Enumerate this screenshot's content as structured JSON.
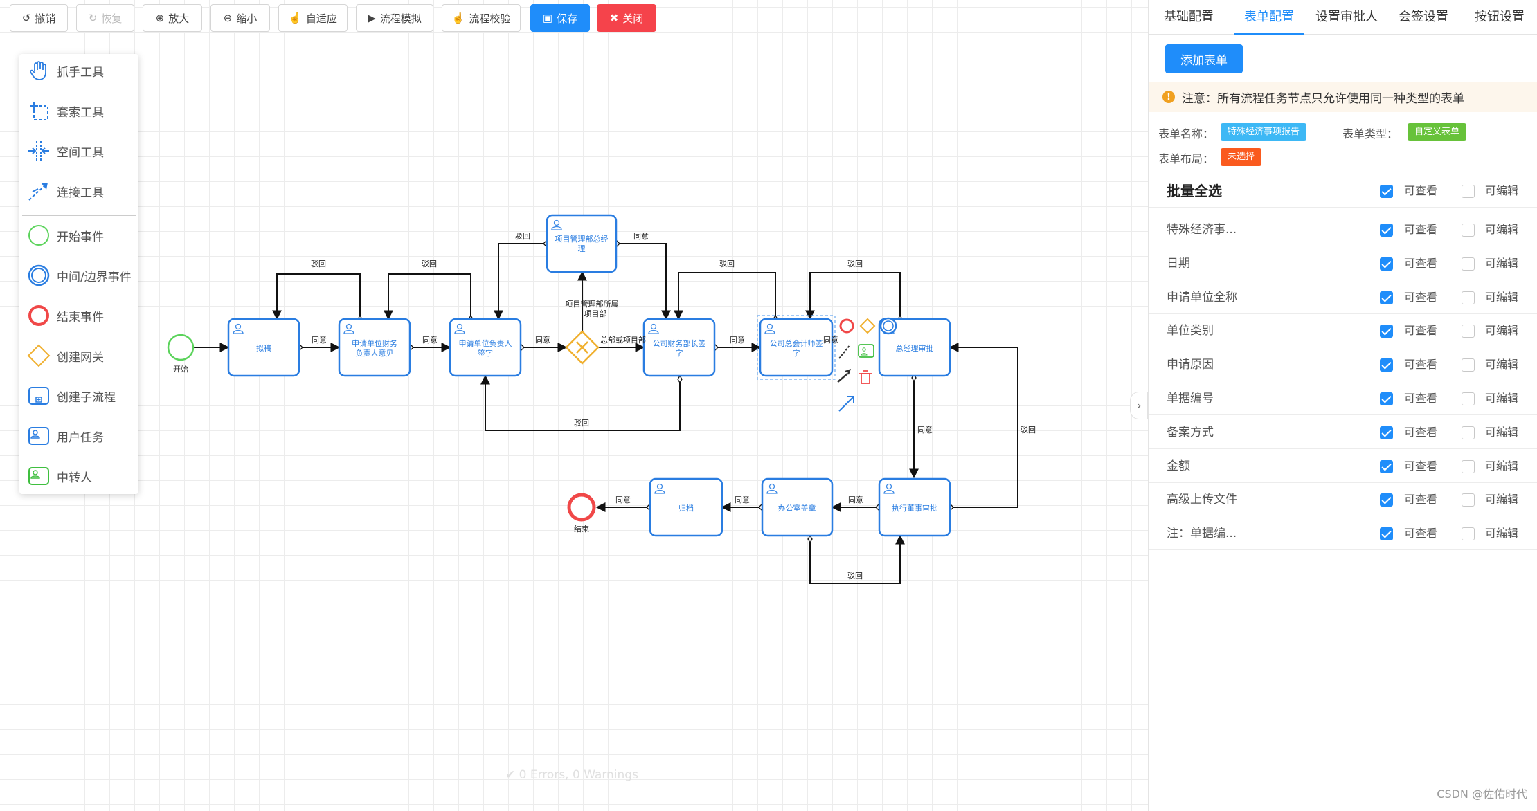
{
  "toolbar": {
    "undo": "撤销",
    "redo": "恢复",
    "zoom_in": "放大",
    "zoom_out": "缩小",
    "fit": "自适应",
    "simulate": "流程模拟",
    "validate": "流程校验",
    "save": "保存",
    "close": "关闭"
  },
  "palette": {
    "items": [
      {
        "label": "抓手工具",
        "icon": "hand-icon"
      },
      {
        "label": "套索工具",
        "icon": "lasso-icon"
      },
      {
        "label": "空间工具",
        "icon": "space-icon"
      },
      {
        "label": "连接工具",
        "icon": "connect-icon"
      },
      {
        "label": "开始事件",
        "icon": "start-event-icon"
      },
      {
        "label": "中间/边界事件",
        "icon": "intermediate-event-icon"
      },
      {
        "label": "结束事件",
        "icon": "end-event-icon"
      },
      {
        "label": "创建网关",
        "icon": "gateway-icon"
      },
      {
        "label": "创建子流程",
        "icon": "subprocess-icon"
      },
      {
        "label": "用户任务",
        "icon": "user-task-icon"
      },
      {
        "label": "中转人",
        "icon": "relay-icon"
      }
    ]
  },
  "diagram": {
    "start_label": "开始",
    "end_label": "结束",
    "tasks": {
      "draft": "拟稿",
      "fin_opinion_1": "申请单位财务",
      "fin_opinion_2": "负责人意见",
      "unit_sign_1": "申请单位负责人",
      "unit_sign_2": "签字",
      "pm_1": "项目管理部总经",
      "pm_2": "理",
      "cfo_sign_1": "公司财务部长签",
      "cfo_sign_2": "字",
      "chief_acc_1": "公司总会计师签",
      "chief_acc_2": "字",
      "gm": "总经理审批",
      "exec": "执行董事审批",
      "office": "办公室盖章",
      "archive": "归档"
    },
    "flows": {
      "agree": "同意",
      "reject": "驳回",
      "gateway_up_1": "项目管理部所属",
      "gateway_up_2": "项目部",
      "gateway_right": "总部或项目部"
    }
  },
  "status": {
    "text": "0 Errors, 0 Warnings"
  },
  "panel": {
    "tabs": [
      "基础配置",
      "表单配置",
      "设置审批人",
      "会签设置",
      "按钮设置"
    ],
    "active_tab": 1,
    "add_form": "添加表单",
    "notice": "注意：所有流程任务节点只允许使用同一种类型的表单",
    "form_name_label": "表单名称：",
    "form_name": "特殊经济事项报告",
    "form_type_label": "表单类型：",
    "form_type": "自定义表单",
    "form_layout_label": "表单布局：",
    "form_layout": "未选择",
    "colors": {
      "name_tag": "#3db8f5",
      "type_tag": "#67c23a",
      "layout_tag": "#fa5a1e"
    },
    "select_all": "批量全选",
    "view_label": "可查看",
    "edit_label": "可编辑",
    "fields": [
      {
        "name": "特殊经济事...",
        "view": true,
        "edit": false
      },
      {
        "name": "日期",
        "view": true,
        "edit": false
      },
      {
        "name": "申请单位全称",
        "view": true,
        "edit": false
      },
      {
        "name": "单位类别",
        "view": true,
        "edit": false
      },
      {
        "name": "申请原因",
        "view": true,
        "edit": false
      },
      {
        "name": "单据编号",
        "view": true,
        "edit": false
      },
      {
        "name": "备案方式",
        "view": true,
        "edit": false
      },
      {
        "name": "金额",
        "view": true,
        "edit": false
      },
      {
        "name": "高级上传文件",
        "view": true,
        "edit": false
      },
      {
        "name": "注：单据编...",
        "view": true,
        "edit": false
      }
    ]
  },
  "watermark": "CSDN @佐佑时代"
}
